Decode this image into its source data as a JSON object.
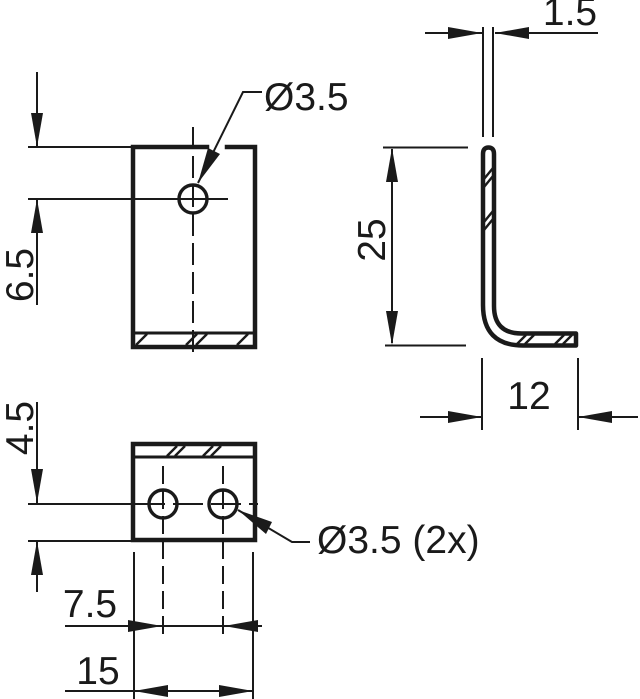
{
  "drawing": {
    "type": "technical-orthographic-drawing",
    "part": "L-shaped sheet-metal mounting bracket",
    "labels": {
      "front_hole_diameter": "Ø3.5",
      "front_hole_offset_from_top": "6.5",
      "material_thickness": "1.5",
      "leg_height": "25",
      "foot_depth": "12",
      "bottom_hole_offset_from_edge": "4.5",
      "bottom_hole_spacing": "7.5",
      "bracket_width": "15",
      "bottom_holes_note": "Ø3.5 (2x)"
    },
    "colors": {
      "line": "#1a1a1a",
      "background": "#ffffff"
    }
  }
}
